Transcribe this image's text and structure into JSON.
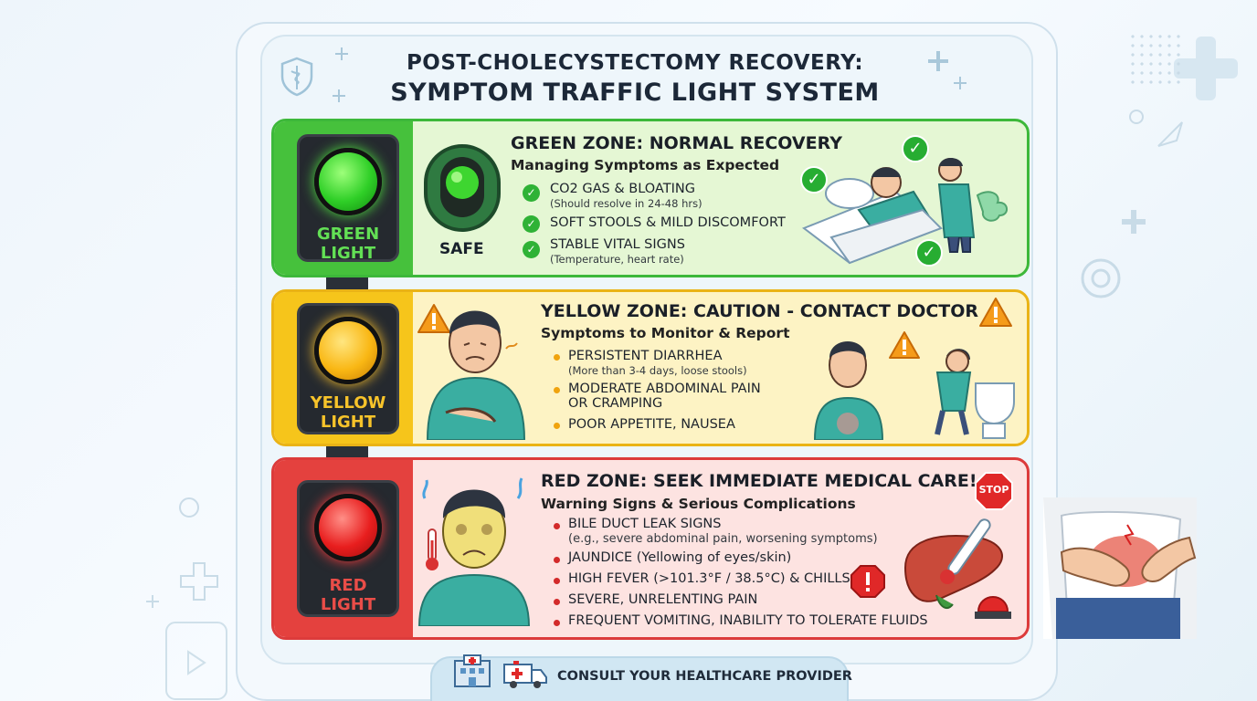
{
  "title": {
    "line1": "POST-CHOLECYSTECTOMY RECOVERY:",
    "line2": "SYMPTOM TRAFFIC LIGHT SYSTEM"
  },
  "green": {
    "lamp_label_1": "GREEN",
    "lamp_label_2": "LIGHT",
    "safe_label": "SAFE",
    "title": "GREEN ZONE: NORMAL RECOVERY",
    "subtitle": "Managing Symptoms as Expected",
    "items": [
      {
        "text": "CO2 GAS & BLOATING",
        "sub": "(Should resolve in 24-48 hrs)"
      },
      {
        "text": "SOFT STOOLS & MILD DISCOMFORT",
        "sub": ""
      },
      {
        "text": "STABLE VITAL SIGNS",
        "sub": "(Temperature, heart rate)"
      }
    ]
  },
  "yellow": {
    "lamp_label_1": "YELLOW",
    "lamp_label_2": "LIGHT",
    "title": "YELLOW ZONE: CAUTION - CONTACT DOCTOR",
    "subtitle": "Symptoms to Monitor & Report",
    "items": [
      {
        "text": "PERSISTENT DIARRHEA",
        "sub": "(More than 3-4 days, loose stools)"
      },
      {
        "text": "MODERATE ABDOMINAL PAIN",
        "text2": "OR CRAMPING"
      },
      {
        "text": "POOR APPETITE, NAUSEA"
      }
    ]
  },
  "red": {
    "lamp_label_1": "RED",
    "lamp_label_2": "LIGHT",
    "title": "RED ZONE: SEEK IMMEDIATE MEDICAL CARE!",
    "subtitle": "Warning Signs & Serious Complications",
    "stop_label": "STOP",
    "items": [
      {
        "text": "BILE DUCT LEAK SIGNS",
        "sub": "(e.g., severe abdominal pain, worsening symptoms)"
      },
      {
        "text": "JAUNDICE (Yellowing of eyes/skin)"
      },
      {
        "text": "HIGH FEVER (>101.3°F / 38.5°C) & CHILLS"
      },
      {
        "text": "SEVERE, UNRELENTING PAIN"
      },
      {
        "text": "FREQUENT VOMITING, INABILITY TO TOLERATE FLUIDS"
      }
    ]
  },
  "footer": {
    "text": "CONSULT YOUR HEALTHCARE PROVIDER"
  },
  "colors": {
    "green": "#46c13c",
    "yellow": "#f6c51b",
    "red": "#e4413e"
  }
}
